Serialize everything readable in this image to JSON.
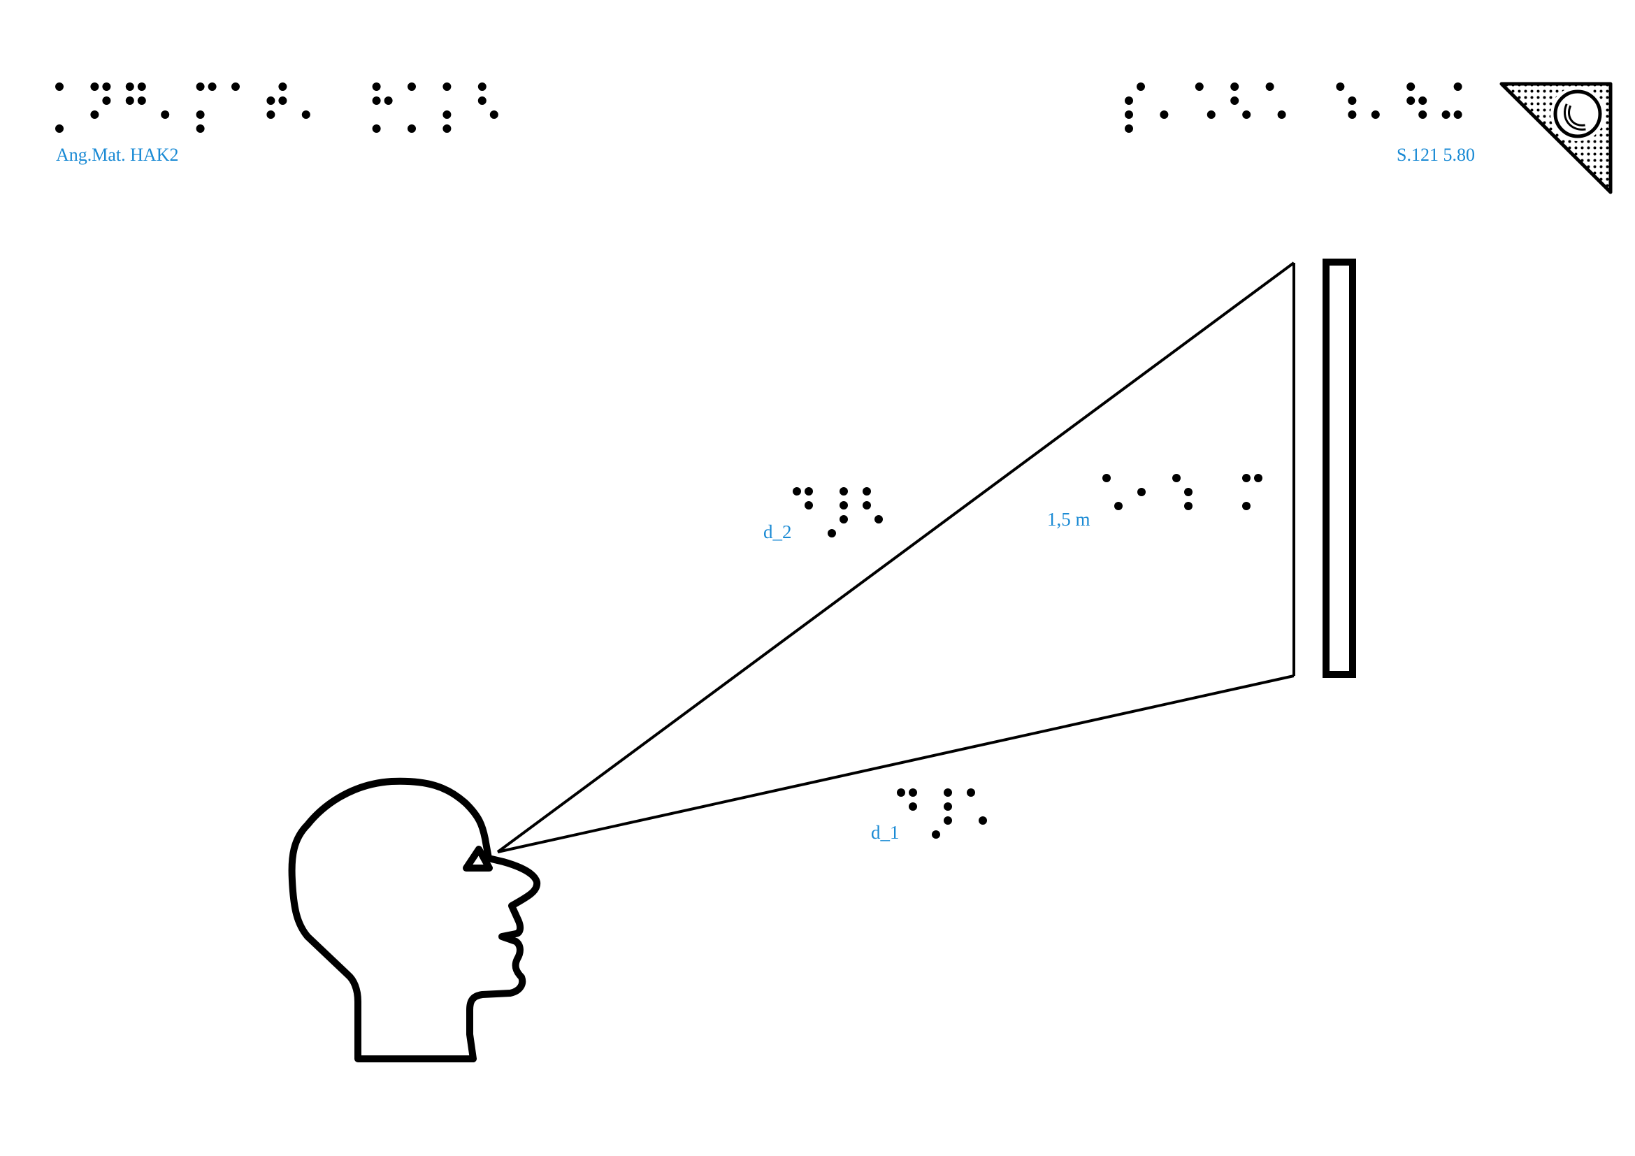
{
  "header": {
    "left_label": "Ang.Mat. HAK2",
    "left_braille": "⡁⠝⠛⠄⡍⠁⠞⠄⠀⡓⡁⡅⠣",
    "right_label": "S.121 5.80",
    "right_braille": "⡎⠄⠡⠣⠡⠀⠱⠄⠳⠬"
  },
  "diagram": {
    "d2": {
      "label": "d_2",
      "braille": "⠙⡸⠣"
    },
    "height": {
      "label": "1,5 m",
      "braille": "⠡⠂⠱⠀⠍"
    },
    "d1": {
      "label": "d_1",
      "braille": "⠙⡸⠡"
    }
  },
  "colors": {
    "label": "#1a8ad4",
    "lines": "#000000"
  }
}
